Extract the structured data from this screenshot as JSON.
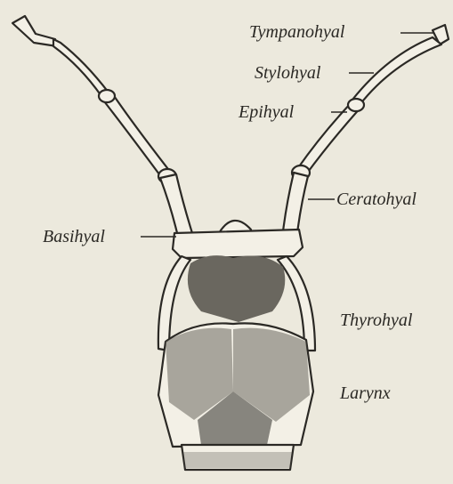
{
  "figure": {
    "labels": {
      "tympanohyal": "Tympanohyal",
      "stylohyal": "Stylohyal",
      "epihyal": "Epihyal",
      "ceratohyal": "Ceratohyal",
      "basihyal": "Basihyal",
      "thyrohyal": "Thyrohyal",
      "larynx": "Larynx"
    },
    "colors": {
      "background": "#ece9dd",
      "ink": "#2b2925",
      "shading": "#6a675f"
    }
  }
}
